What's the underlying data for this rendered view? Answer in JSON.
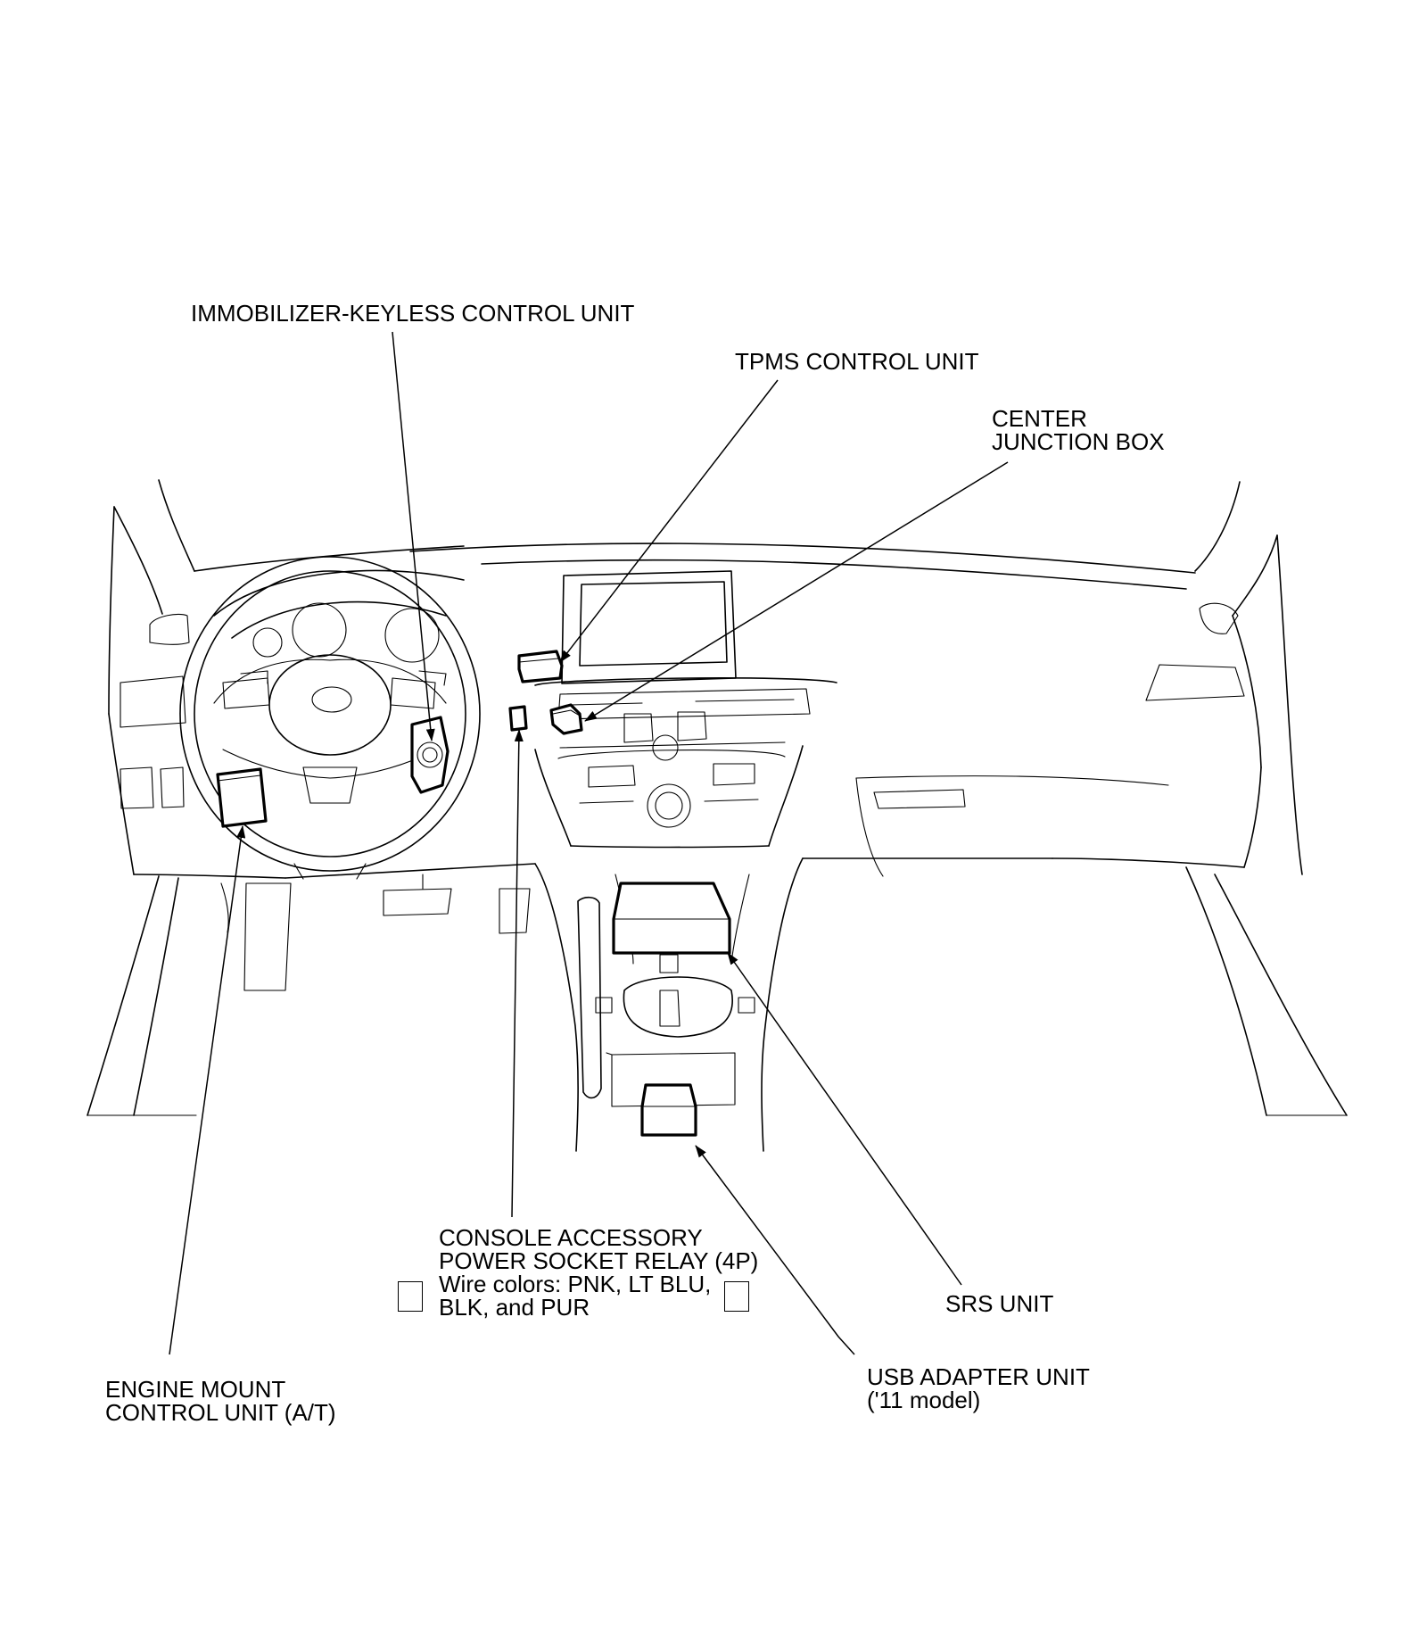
{
  "labels": {
    "immobilizer": "IMMOBILIZER-KEYLESS CONTROL UNIT",
    "tpms": "TPMS CONTROL UNIT",
    "center_junction_box": {
      "line1": "CENTER",
      "line2": "JUNCTION BOX"
    },
    "console_relay": {
      "line1": "CONSOLE ACCESSORY",
      "line2": "POWER SOCKET RELAY (4P)",
      "line3": "Wire colors: PNK, LT BLU,",
      "line4": "BLK, and PUR"
    },
    "srs_unit": "SRS UNIT",
    "usb_adapter": {
      "line1": "USB ADAPTER UNIT",
      "line2": "('11 model)"
    },
    "engine_mount": {
      "line1": "ENGINE MOUNT",
      "line2": "CONTROL UNIT (A/T)"
    }
  }
}
